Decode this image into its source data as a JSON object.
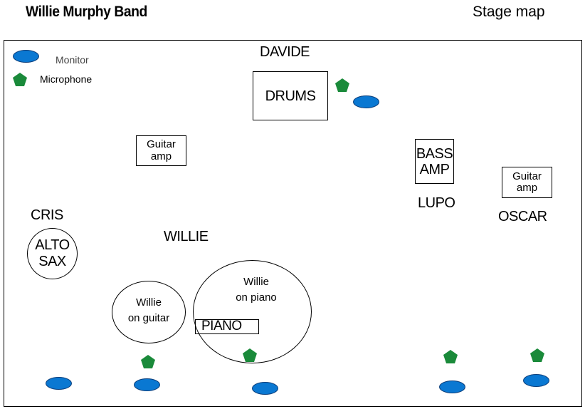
{
  "header": {
    "band_name": "Willie Murphy Band",
    "page_title": "Stage map"
  },
  "legend": {
    "monitor_label": "Monitor",
    "microphone_label": "Microphone"
  },
  "musicians": {
    "davide": "DAVIDE",
    "cris": "CRIS",
    "willie": "WILLIE",
    "lupo": "LUPO",
    "oscar": "OSCAR"
  },
  "instruments": {
    "drums": "DRUMS",
    "guitar_amp_left_line1": "Guitar",
    "guitar_amp_left_line2": "amp",
    "bass_amp_line1": "BASS",
    "bass_amp_line2": "AMP",
    "guitar_amp_right_line1": "Guitar",
    "guitar_amp_right_line2": "amp",
    "alto_sax_line1": "ALTO",
    "alto_sax_line2": "SAX",
    "piano": "PIANO"
  },
  "positions": {
    "willie_guitar_line1": "Willie",
    "willie_guitar_line2": "on guitar",
    "willie_piano_line1": "Willie",
    "willie_piano_line2": "on piano"
  },
  "colors": {
    "monitor_fill": "#0a78d2",
    "microphone_fill": "#1a8a3a",
    "stage_border": "#000000"
  },
  "icons": {
    "monitor": "monitor-icon",
    "microphone": "microphone-icon"
  }
}
